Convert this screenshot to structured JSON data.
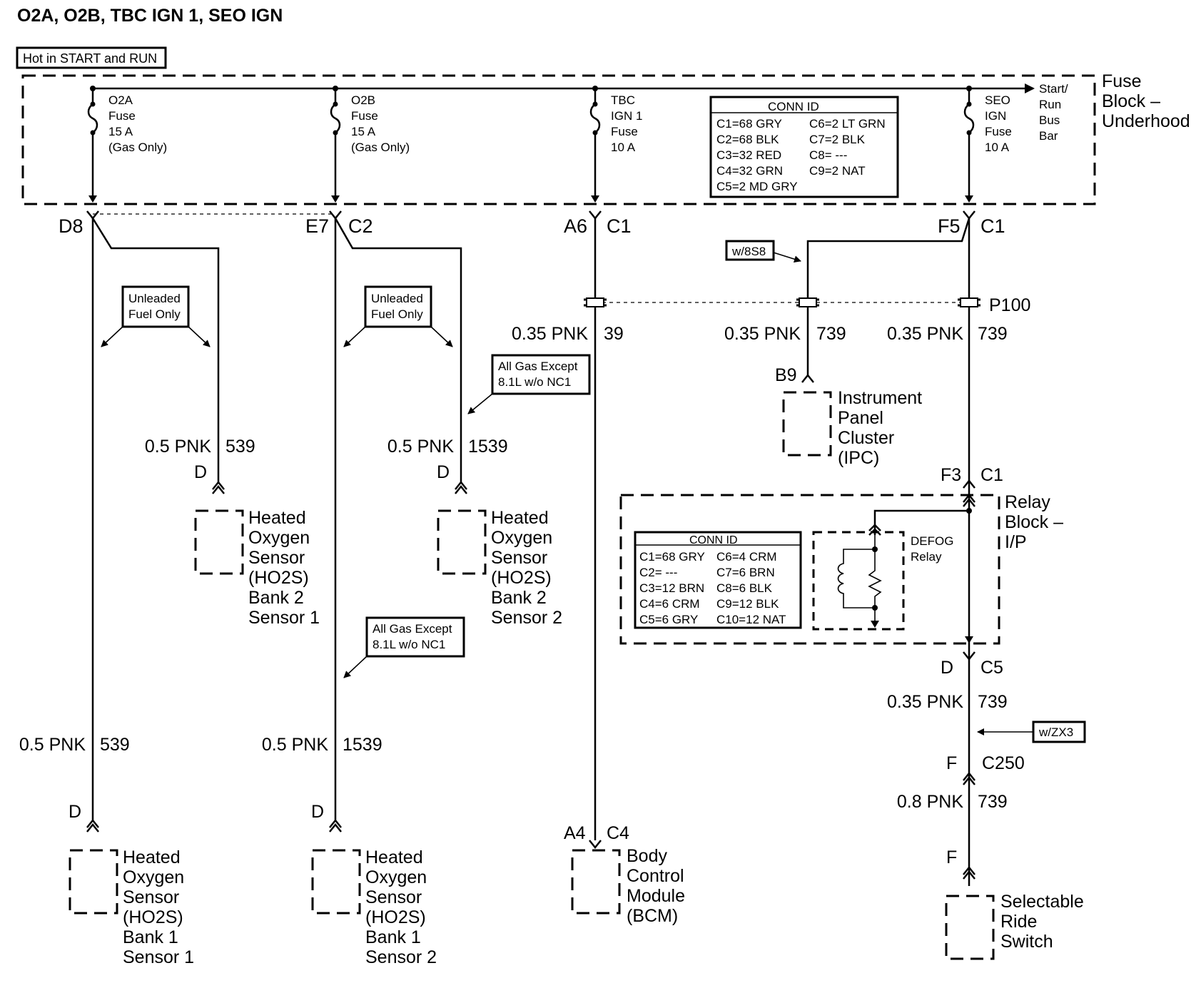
{
  "title": "O2A, O2B, TBC IGN 1, SEO IGN",
  "hot_label": "Hot in START and RUN",
  "fuse_block": {
    "name": [
      "Fuse",
      "Block –",
      "Underhood"
    ],
    "bus_bar": [
      "Start/",
      "Run",
      "Bus",
      "Bar"
    ],
    "fuses": [
      {
        "lines": [
          "O2A",
          "Fuse",
          "15 A",
          "(Gas Only)"
        ]
      },
      {
        "lines": [
          "O2B",
          "Fuse",
          "15 A",
          "(Gas Only)"
        ]
      },
      {
        "lines": [
          "TBC",
          "IGN 1",
          "Fuse",
          "10 A"
        ]
      },
      {
        "lines": [
          "SEO",
          "IGN",
          "Fuse",
          "10 A"
        ]
      }
    ],
    "conn_id": {
      "title": "CONN ID",
      "left": [
        "C1=68 GRY",
        "C2=68 BLK",
        "C3=32 RED",
        "C4=32 GRN",
        "C5=2 MD GRY"
      ],
      "right": [
        "C6=2 LT GRN",
        "C7=2 BLK",
        "C8= ---",
        "C9=2 NAT"
      ]
    }
  },
  "connectors": {
    "d8": "D8",
    "e7": "E7",
    "c2": "C2",
    "a6": "A6",
    "c1": "C1",
    "f5": "F5",
    "p100": "P100",
    "b9": "B9",
    "f3": "F3",
    "d": "D",
    "c5": "C5",
    "f": "F",
    "c250": "C250",
    "a4": "A4",
    "c4": "C4"
  },
  "wires": {
    "w1_color": "0.5 PNK",
    "w1_circuit": "539",
    "w2_color": "0.5 PNK",
    "w2_circuit": "539",
    "w3_color": "0.5 PNK",
    "w3_circuit": "1539",
    "w4_color": "0.5 PNK",
    "w4_circuit": "1539",
    "w5_color": "0.35 PNK",
    "w5_circuit": "39",
    "w6_color": "0.35 PNK",
    "w6_circuit": "739",
    "w7_color": "0.35 PNK",
    "w7_circuit": "739",
    "w8_color": "0.35 PNK",
    "w8_circuit": "739",
    "w9_color": "0.8 PNK",
    "w9_circuit": "739"
  },
  "notes": {
    "unleaded": [
      "Unleaded",
      "Fuel Only"
    ],
    "all_gas": [
      "All Gas Except",
      "8.1L w/o NC1"
    ],
    "w8s8": "w/8S8",
    "wzx3": "w/ZX3"
  },
  "components": {
    "ho2s_b2s1": [
      "Heated",
      "Oxygen",
      "Sensor",
      "(HO2S)",
      "Bank 2",
      "Sensor 1"
    ],
    "ho2s_b2s2": [
      "Heated",
      "Oxygen",
      "Sensor",
      "(HO2S)",
      "Bank 2",
      "Sensor 2"
    ],
    "ho2s_b1s1": [
      "Heated",
      "Oxygen",
      "Sensor",
      "(HO2S)",
      "Bank 1",
      "Sensor 1"
    ],
    "ho2s_b1s2": [
      "Heated",
      "Oxygen",
      "Sensor",
      "(HO2S)",
      "Bank 1",
      "Sensor 2"
    ],
    "ipc": [
      "Instrument",
      "Panel",
      "Cluster",
      "(IPC)"
    ],
    "bcm": [
      "Body",
      "Control",
      "Module",
      "(BCM)"
    ],
    "srs": [
      "Selectable",
      "Ride",
      "Switch"
    ]
  },
  "relay_block": {
    "name": [
      "Relay",
      "Block –",
      "I/P"
    ],
    "relay": [
      "DEFOG",
      "Relay"
    ],
    "conn_id": {
      "title": "CONN ID",
      "left": [
        "C1=68 GRY",
        "C2= ---",
        "C3=12 BRN",
        "C4=6 CRM",
        "C5=6 GRY"
      ],
      "right": [
        "C6=4 CRM",
        "C7=6 BRN",
        "C8=6 BLK",
        "C9=12 BLK",
        "C10=12 NAT"
      ]
    }
  }
}
